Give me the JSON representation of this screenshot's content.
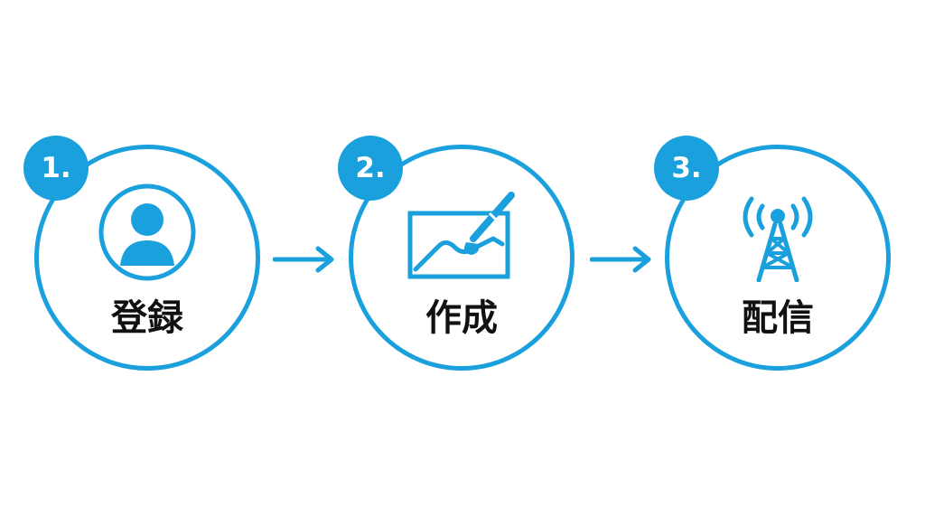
{
  "colors": {
    "accent": "#1aa0dc",
    "text": "#111111",
    "background": "#ffffff"
  },
  "steps": [
    {
      "number": "1.",
      "label": "登録",
      "icon": "user-icon"
    },
    {
      "number": "2.",
      "label": "作成",
      "icon": "image-edit-icon"
    },
    {
      "number": "3.",
      "label": "配信",
      "icon": "broadcast-tower-icon"
    }
  ],
  "connectors": [
    {
      "icon": "arrow-right-icon"
    },
    {
      "icon": "arrow-right-icon"
    }
  ]
}
